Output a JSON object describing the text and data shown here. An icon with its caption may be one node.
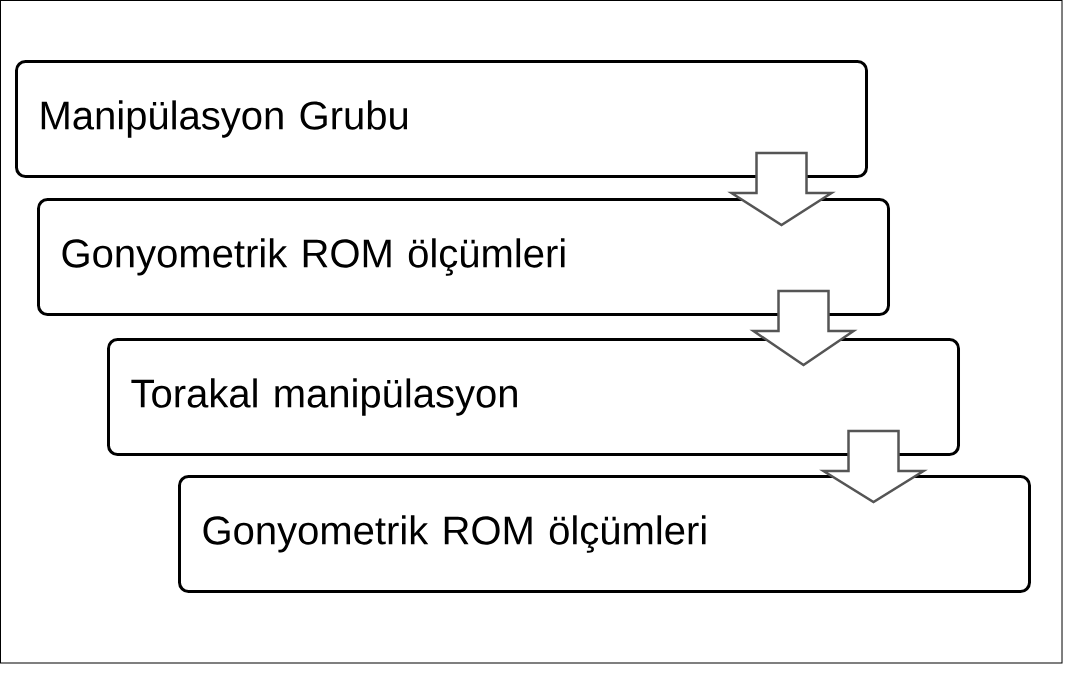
{
  "diagram": {
    "nodes": [
      {
        "text": [
          "Manipülasyon Grubu"
        ]
      },
      {
        "text": [
          "Gonyometrik ROM ölçümleri"
        ]
      },
      {
        "text": [
          "Torakal manipülasyon"
        ]
      },
      {
        "text": [
          "Gonyometrik ROM ölçümleri"
        ]
      }
    ],
    "edges": [
      {
        "from": 0,
        "to": 1,
        "arrow": "to"
      },
      {
        "from": 1,
        "to": 2,
        "arrow": "to"
      },
      {
        "from": 2,
        "to": 3,
        "arrow": "to"
      }
    ]
  }
}
